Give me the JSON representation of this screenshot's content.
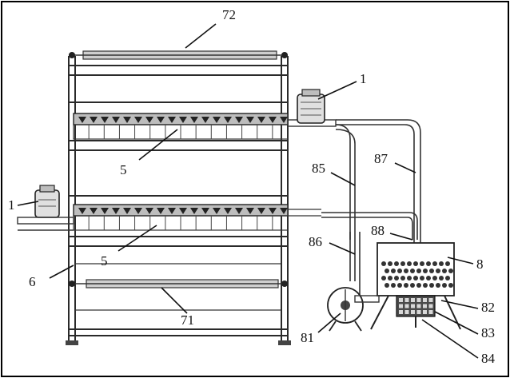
{
  "labels": {
    "l72": "72",
    "l1_top": "1",
    "l1_left": "1",
    "l5_top": "5",
    "l5_bottom": "5",
    "l85": "85",
    "l87": "87",
    "l88": "88",
    "l86": "86",
    "l8": "8",
    "l6": "6",
    "l71": "71",
    "l81": "81",
    "l82": "82",
    "l83": "83",
    "l84": "84"
  }
}
